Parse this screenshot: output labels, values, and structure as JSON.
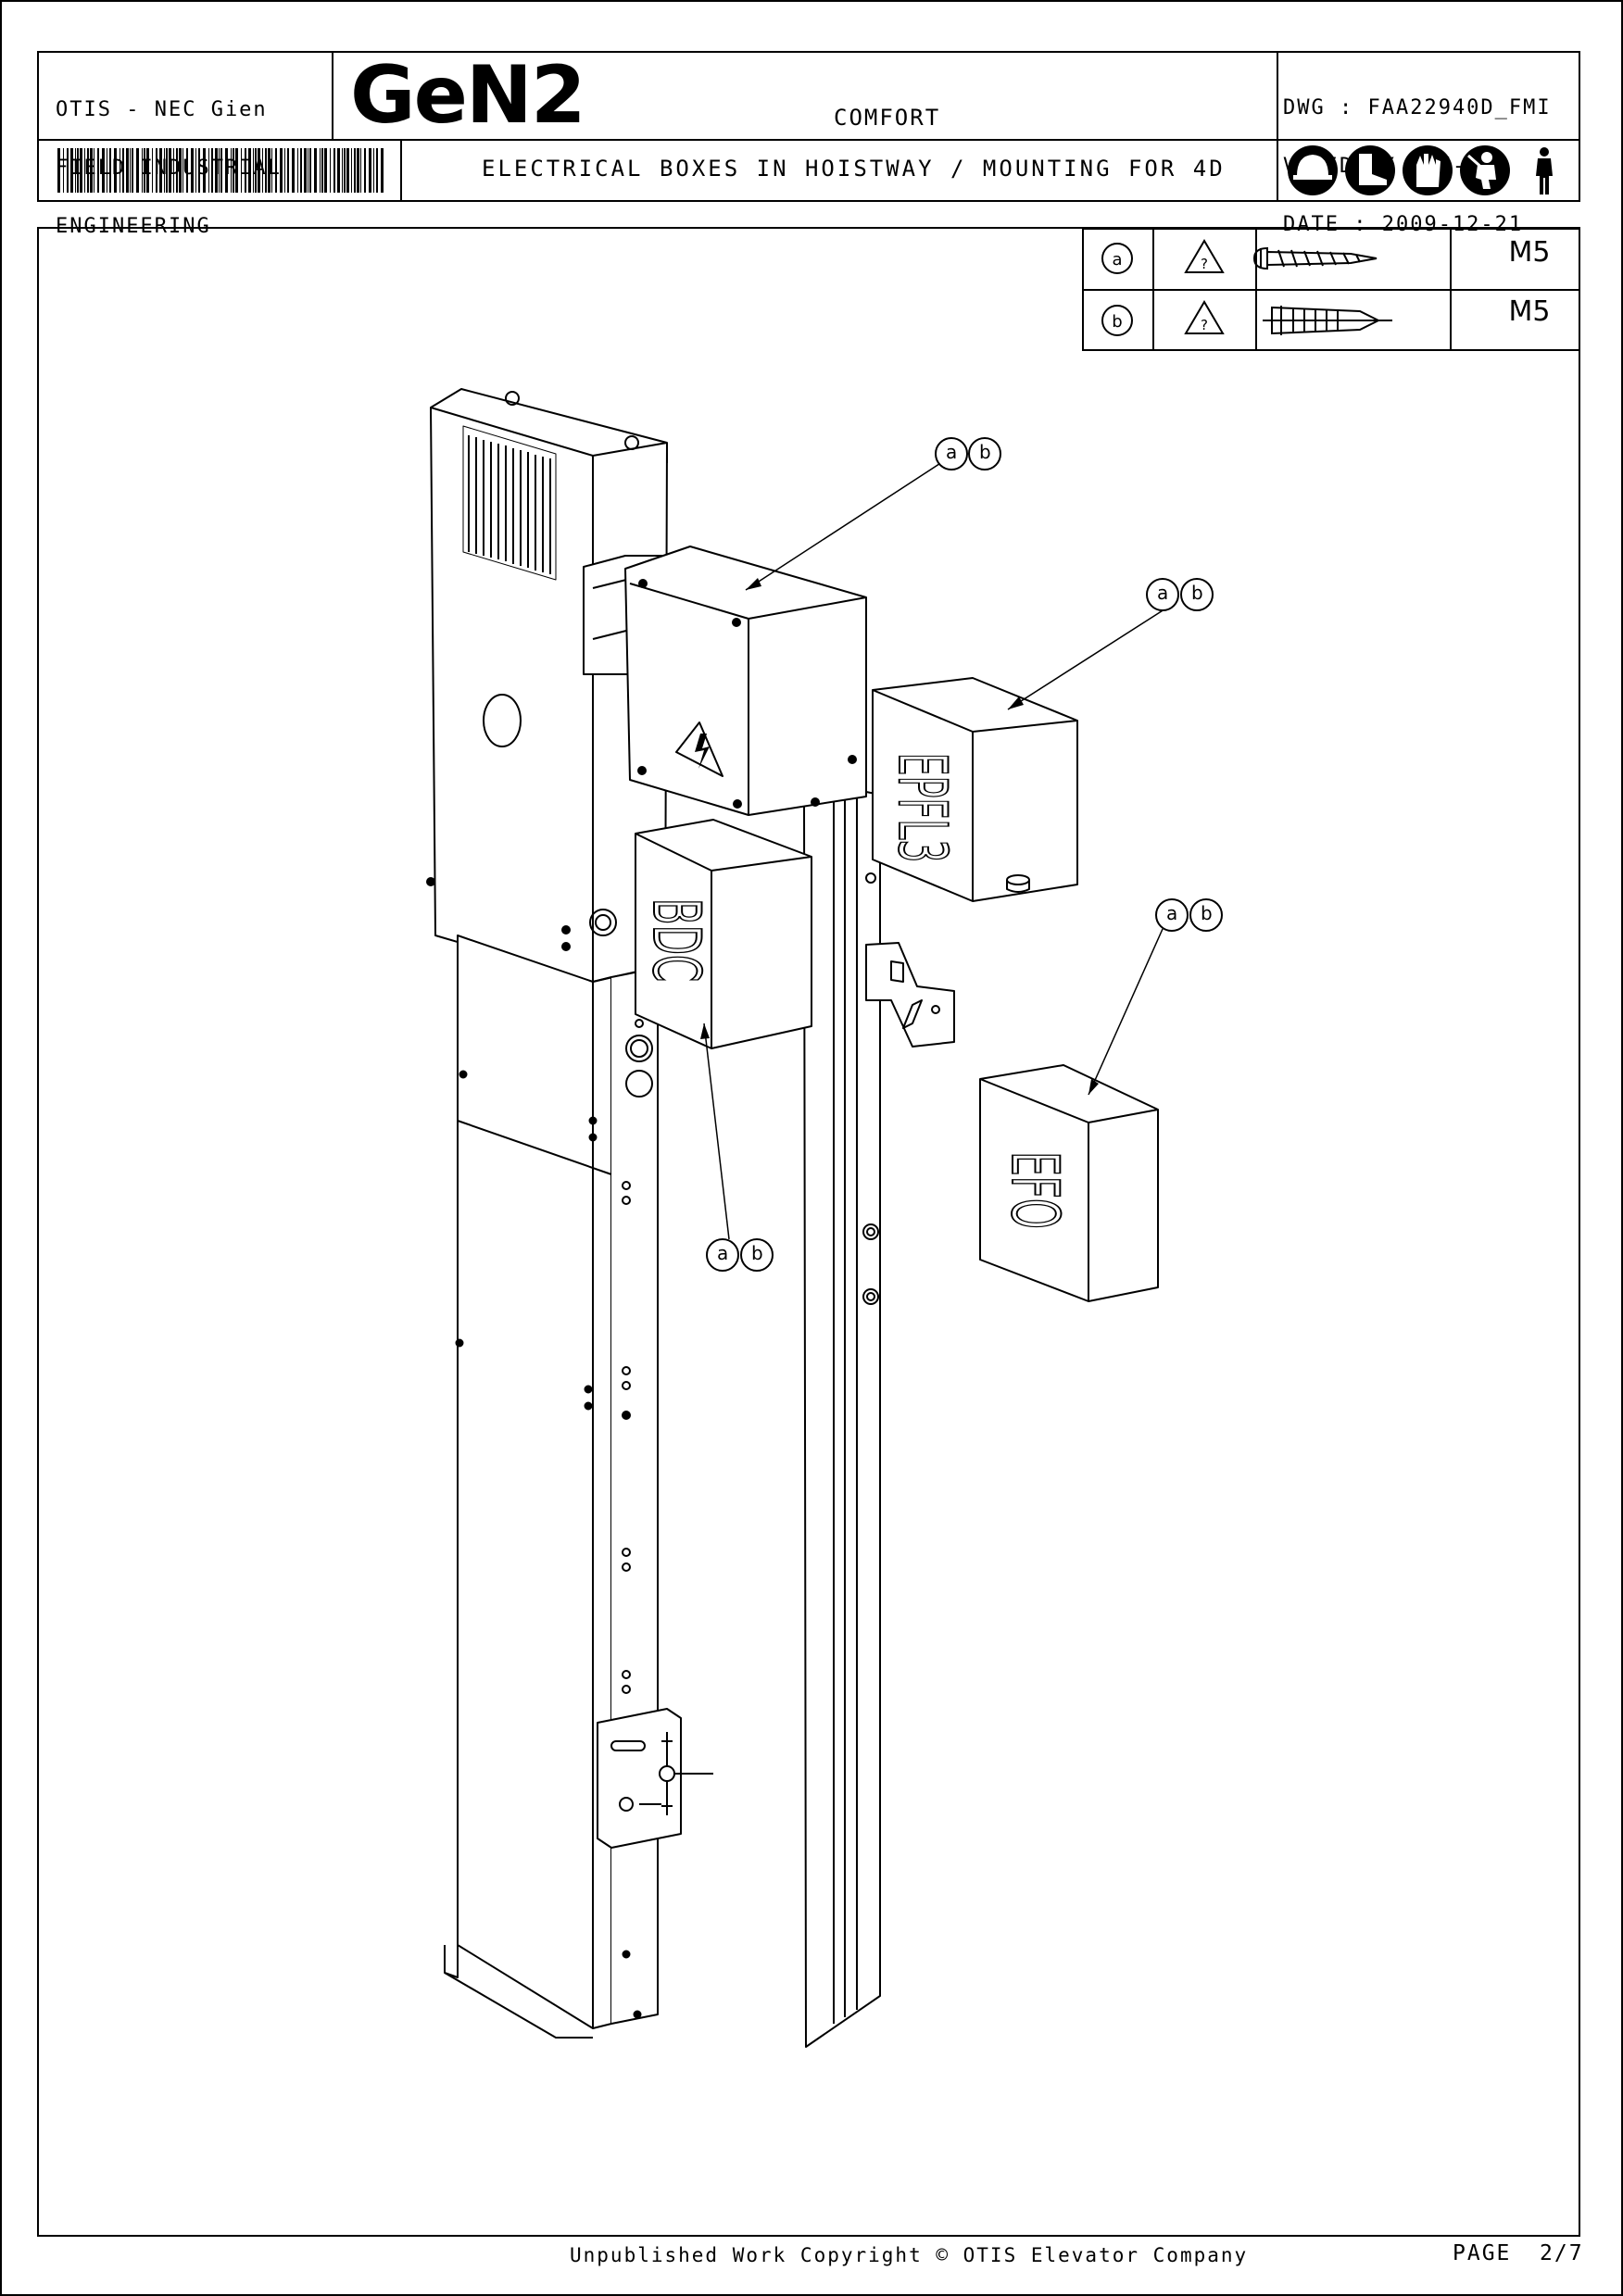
{
  "header": {
    "company_lines": [
      "OTIS - NEC Gien",
      "FIELD INDUSTRIAL",
      "ENGINEERING"
    ],
    "logo": "GeN2",
    "product": "COMFORT",
    "dwg_lines": [
      "DWG : FAA22940D_FMI",
      "VALIDITY : f-a",
      "DATE : 2009-12-21"
    ],
    "title": "ELECTRICAL BOXES IN HOISTWAY / MOUNTING FOR 4D",
    "safety_icons": [
      "helmet-icon",
      "safety-shoe-icon",
      "glove-icon",
      "harness-icon",
      "person-icon"
    ]
  },
  "fastener_table": {
    "rows": [
      {
        "ref": "a",
        "symbol": "?",
        "icon": "wood-screw-icon",
        "thread": "M5"
      },
      {
        "ref": "b",
        "symbol": "?",
        "icon": "wall-plug-icon",
        "thread": "M5"
      }
    ]
  },
  "drawing": {
    "box_labels": [
      "EPFL3",
      "BDC",
      "EFO"
    ],
    "callout_refs": [
      "a",
      "b"
    ]
  },
  "footer": {
    "copyright": "Unpublished Work Copyright © OTIS Elevator Company",
    "page_label": "PAGE",
    "page_value": "2/7"
  }
}
